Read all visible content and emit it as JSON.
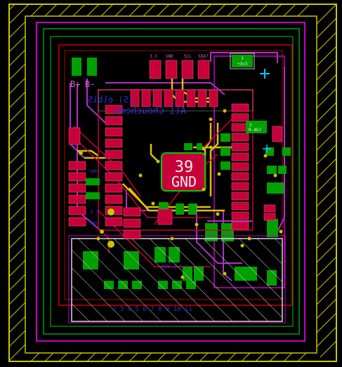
{
  "colors": {
    "background": "#000000",
    "board_edge": "#c8c800",
    "courtyard": "#c800c8",
    "fab_outline": "#c80000",
    "front_copper": "#c8003a",
    "front_mask": "#009b1e",
    "back_copper": "#00a000",
    "back_silk": "#3030d8",
    "track_yellow": "#e0c000",
    "track_purple": "#b030c8",
    "via": "#c8c800",
    "cursor": "#00c8ff",
    "silkscreen": "#f0f0f0"
  },
  "labels": {
    "pwr_header_plus": "B+",
    "pwr_header_minus": "B-",
    "top_header_3v3": "3.3",
    "top_header_gnd": "GND",
    "top_header_scl": "SCL",
    "top_header_sda": "SDA7",
    "part_1_ref": "1",
    "part_1_value": "+3v3",
    "part_2_ref": "2",
    "part_2_value": "R-4k7",
    "net_number": "39",
    "net_name": "GND",
    "mirrored_text": "Ali Chouchene",
    "mirrored_text_2": "(S)  elbiS",
    "left_pin_3v3": "3.3",
    "left_pin_gnd": "GND",
    "left_pin_gnd2": "GND",
    "bottom_back_label": "2 3 4 5 6 7 8 9 10 11",
    "bottom_back_label2": "ROW  1 1 1"
  }
}
